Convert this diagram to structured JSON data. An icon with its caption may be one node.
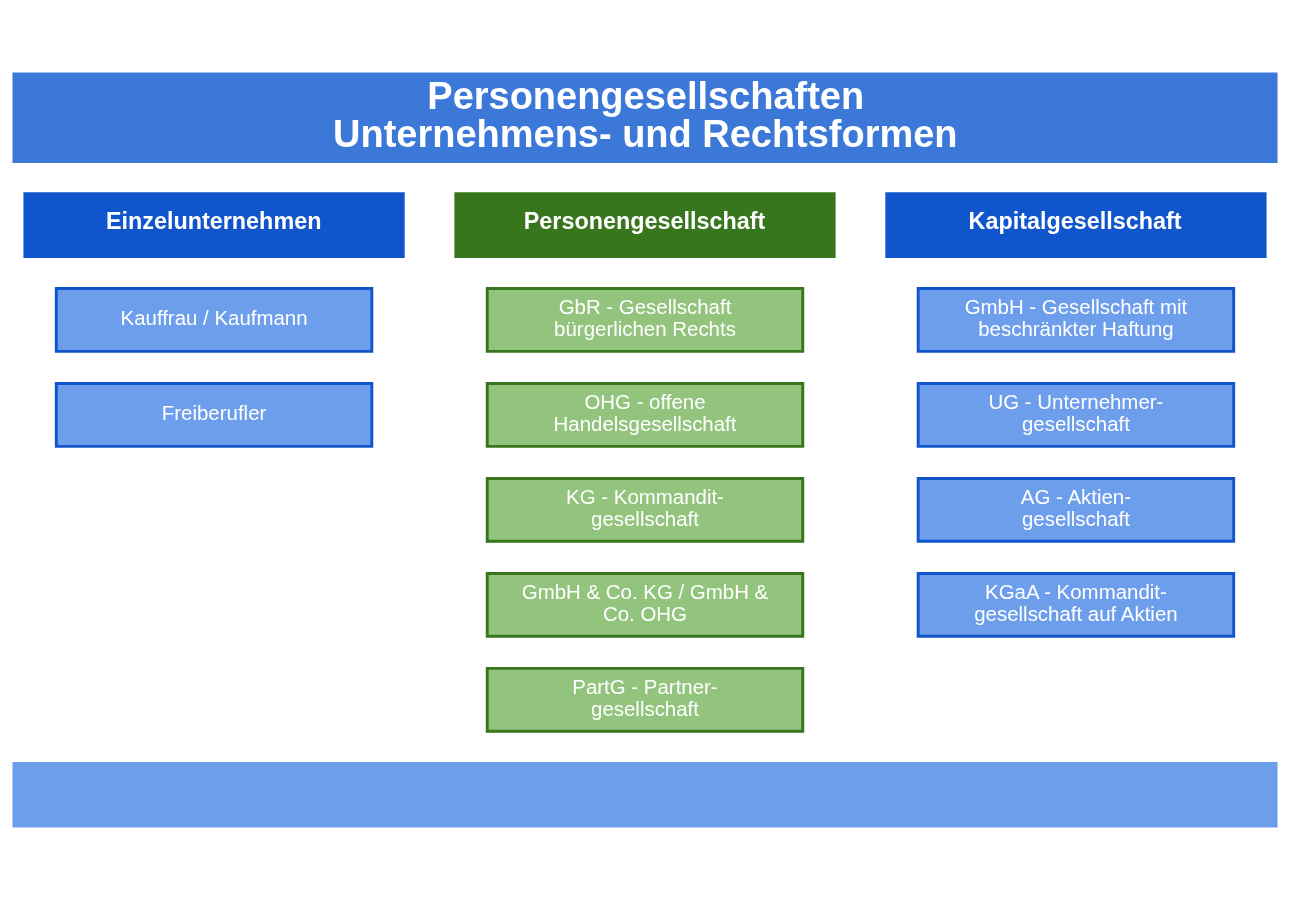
{
  "diagram": {
    "nodes": [
      {
        "text": [
          "Personengesellschaften",
          "Unternehmens- und Rechtsformen"
        ]
      },
      {
        "text": [
          "Einzelunternehmen"
        ]
      },
      {
        "text": [
          "Personengesellschaft"
        ]
      },
      {
        "text": [
          "Kapitalgesellschaft"
        ]
      },
      {
        "text": [
          "Kauffrau / Kaufmann"
        ]
      },
      {
        "text": [
          "Freiberufler"
        ]
      },
      {
        "text": [
          "GbR - Gesellschaft bürgerlichen Rechts"
        ]
      },
      {
        "text": [
          "OHG - offene Handelsgesellschaft"
        ]
      },
      {
        "text": [
          "KG - Kommandit- gesellschaft"
        ]
      },
      {
        "text": [
          "GmbH & Co. KG / GmbH & Co. OHG"
        ]
      },
      {
        "text": [
          "PartG - Partner- gesellschaft"
        ]
      },
      {
        "text": [
          "GmbH - Gesellschaft mit beschränkter Haftung"
        ]
      },
      {
        "text": [
          "UG - Unternehmer- gesellschaft"
        ]
      },
      {
        "text": [
          "AG - Aktien- gesellschaft"
        ]
      },
      {
        "text": [
          "KGaA - Kommandit- gesellschaft auf Aktien"
        ]
      },
      {
        "text": [],
        "shape": "bar"
      }
    ],
    "edges": []
  }
}
